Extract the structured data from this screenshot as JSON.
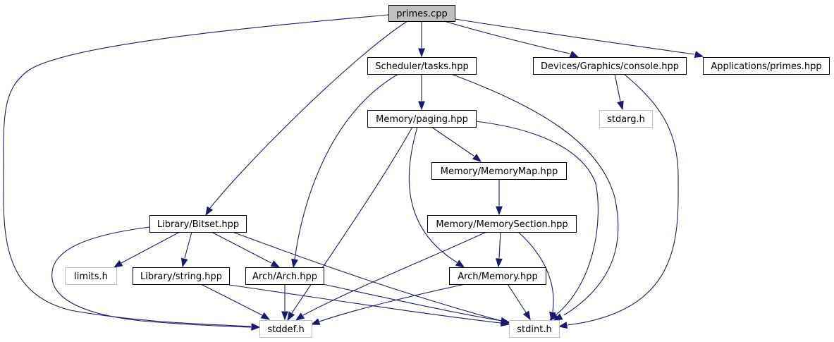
{
  "colors": {
    "edge": "#191970",
    "root_fill": "#bfbfbf",
    "node_fill": "#ffffff",
    "node_border": "#000000",
    "external_border": "#bfbfbf",
    "external_text": "#a0a0a0",
    "text": "#000000"
  },
  "nodes": [
    {
      "id": "primes_cpp",
      "label": "primes.cpp",
      "kind": "root"
    },
    {
      "id": "scheduler_tasks",
      "label": "Scheduler/tasks.hpp",
      "kind": "header"
    },
    {
      "id": "console_hpp",
      "label": "Devices/Graphics/console.hpp",
      "kind": "header"
    },
    {
      "id": "app_primes",
      "label": "Applications/primes.hpp",
      "kind": "header"
    },
    {
      "id": "paging_hpp",
      "label": "Memory/paging.hpp",
      "kind": "header"
    },
    {
      "id": "stdarg_h",
      "label": "stdarg.h",
      "kind": "external"
    },
    {
      "id": "memorymap_hpp",
      "label": "Memory/MemoryMap.hpp",
      "kind": "header"
    },
    {
      "id": "bitset_hpp",
      "label": "Library/Bitset.hpp",
      "kind": "header"
    },
    {
      "id": "memsection_hpp",
      "label": "Memory/MemorySection.hpp",
      "kind": "header"
    },
    {
      "id": "limits_h",
      "label": "limits.h",
      "kind": "external"
    },
    {
      "id": "string_hpp",
      "label": "Library/string.hpp",
      "kind": "header"
    },
    {
      "id": "arch_hpp",
      "label": "Arch/Arch.hpp",
      "kind": "header"
    },
    {
      "id": "archmem_hpp",
      "label": "Arch/Memory.hpp",
      "kind": "header"
    },
    {
      "id": "stddef_h",
      "label": "stddef.h",
      "kind": "external"
    },
    {
      "id": "stdint_h",
      "label": "stdint.h",
      "kind": "external"
    }
  ],
  "edges": [
    {
      "from": "primes_cpp",
      "to": "scheduler_tasks"
    },
    {
      "from": "primes_cpp",
      "to": "console_hpp"
    },
    {
      "from": "primes_cpp",
      "to": "app_primes"
    },
    {
      "from": "primes_cpp",
      "to": "bitset_hpp"
    },
    {
      "from": "primes_cpp",
      "to": "stddef_h"
    },
    {
      "from": "scheduler_tasks",
      "to": "paging_hpp"
    },
    {
      "from": "scheduler_tasks",
      "to": "arch_hpp"
    },
    {
      "from": "scheduler_tasks",
      "to": "stdint_h"
    },
    {
      "from": "console_hpp",
      "to": "stdarg_h"
    },
    {
      "from": "console_hpp",
      "to": "stdint_h"
    },
    {
      "from": "paging_hpp",
      "to": "memorymap_hpp"
    },
    {
      "from": "paging_hpp",
      "to": "archmem_hpp"
    },
    {
      "from": "paging_hpp",
      "to": "stddef_h"
    },
    {
      "from": "paging_hpp",
      "to": "stdint_h"
    },
    {
      "from": "memorymap_hpp",
      "to": "memsection_hpp"
    },
    {
      "from": "memsection_hpp",
      "to": "archmem_hpp"
    },
    {
      "from": "memsection_hpp",
      "to": "stddef_h"
    },
    {
      "from": "memsection_hpp",
      "to": "stdint_h"
    },
    {
      "from": "bitset_hpp",
      "to": "limits_h"
    },
    {
      "from": "bitset_hpp",
      "to": "string_hpp"
    },
    {
      "from": "bitset_hpp",
      "to": "arch_hpp"
    },
    {
      "from": "bitset_hpp",
      "to": "stddef_h"
    },
    {
      "from": "bitset_hpp",
      "to": "stdint_h"
    },
    {
      "from": "string_hpp",
      "to": "stddef_h"
    },
    {
      "from": "string_hpp",
      "to": "stdint_h"
    },
    {
      "from": "arch_hpp",
      "to": "stddef_h"
    },
    {
      "from": "arch_hpp",
      "to": "stdint_h"
    },
    {
      "from": "archmem_hpp",
      "to": "stddef_h"
    },
    {
      "from": "archmem_hpp",
      "to": "stdint_h"
    }
  ]
}
